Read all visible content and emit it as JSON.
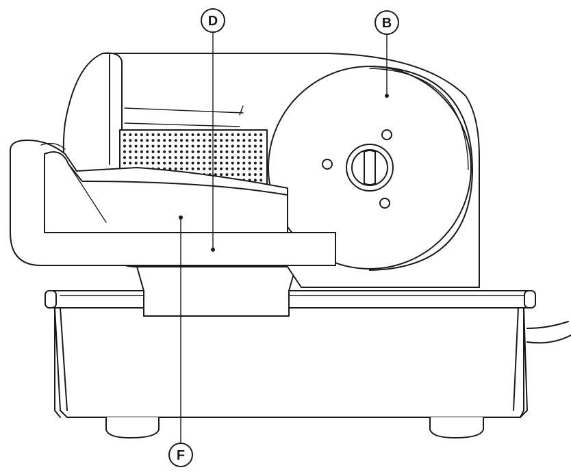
{
  "image": {
    "subject": "food-slicer-side-view",
    "line_color": "#1a1a1a",
    "background": "#ffffff"
  },
  "callouts": {
    "carriage": {
      "letter": "D",
      "part": "food-carriage"
    },
    "blade": {
      "letter": "B",
      "part": "blade"
    },
    "food_pusher_grip": {
      "letter": "F",
      "part": "carriage-grip-area"
    }
  }
}
